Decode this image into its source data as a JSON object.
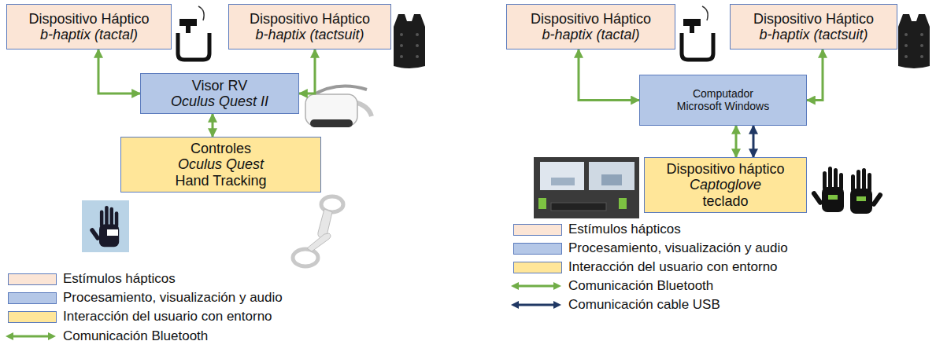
{
  "diagram": {
    "nodes": [
      {
        "text": [
          "Dispositivo Háptico",
          "b-haptix (tactal)"
        ]
      },
      {
        "text": [
          "Dispositivo Háptico",
          "b-haptix (tactsuit)"
        ]
      },
      {
        "text": [
          "Visor RV",
          "Oculus Quest II"
        ]
      },
      {
        "text": [
          "Controles",
          "Oculus Quest",
          "Hand Tracking"
        ]
      },
      {
        "text": [
          "Dispositivo Háptico",
          "b-haptix (tactal)"
        ]
      },
      {
        "text": [
          "Dispositivo Háptico",
          "b-haptix (tactsuit)"
        ]
      },
      {
        "text": [
          "Computador",
          "Microsoft Windows"
        ]
      },
      {
        "text": [
          "Dispositivo háptico",
          "Captoglove",
          "teclado"
        ]
      }
    ],
    "edges": [
      {
        "from": 0,
        "to": 2,
        "arrow": "both"
      },
      {
        "from": 1,
        "to": 2,
        "arrow": "both"
      },
      {
        "from": 2,
        "to": 3,
        "arrow": "both"
      },
      {
        "from": 4,
        "to": 6,
        "arrow": "both"
      },
      {
        "from": 5,
        "to": 6,
        "arrow": "both"
      },
      {
        "from": 6,
        "to": 7,
        "arrow": "both"
      },
      {
        "from": 6,
        "to": 7,
        "arrow": "both"
      }
    ],
    "legend": [
      {
        "text": "Estímulos hápticos",
        "color": "#fbe5d6"
      },
      {
        "text": "Procesamiento, visualización y audio",
        "color": "#b4c7e7"
      },
      {
        "text": "Interacción del usuario con entorno",
        "color": "#ffe699"
      },
      {
        "text": "Comunicación Bluetooth"
      },
      {
        "text": "Estímulos hápticos",
        "color": "#fbe5d6"
      },
      {
        "text": "Procesamiento, visualización y audio",
        "color": "#b4c7e7"
      },
      {
        "text": "Interacción del usuario con entorno",
        "color": "#ffe699"
      },
      {
        "text": "Comunicación Bluetooth"
      },
      {
        "text": "Comunicación cable USB"
      }
    ]
  }
}
